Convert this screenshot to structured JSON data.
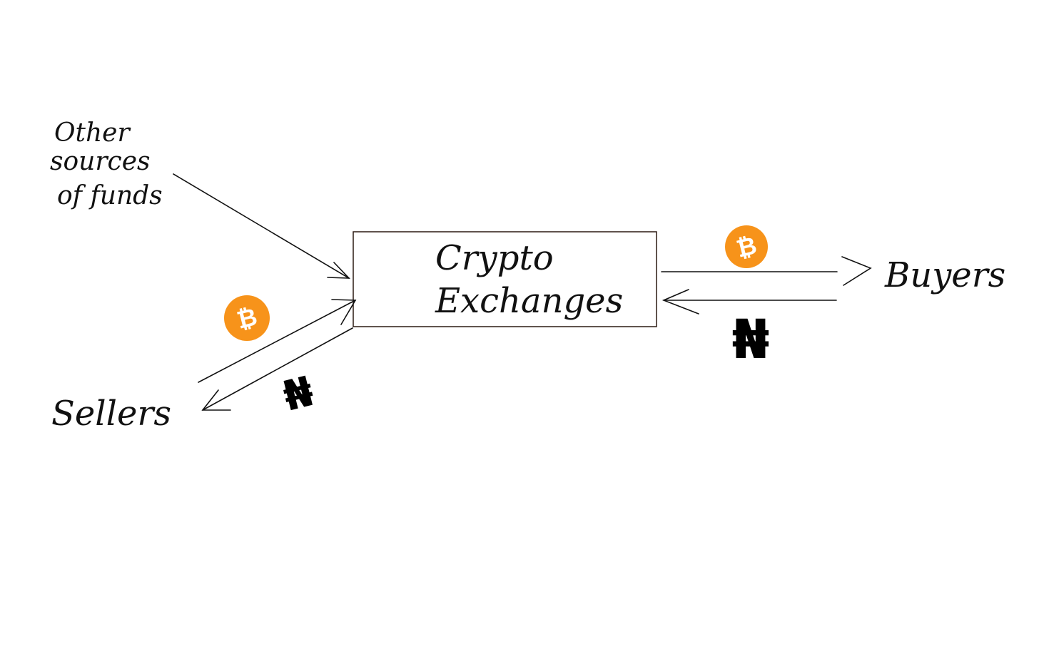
{
  "nodes": {
    "other_sources": {
      "lines": [
        "Other",
        "sources",
        "of funds"
      ]
    },
    "exchange": {
      "lines": [
        "Crypto",
        "Exchanges"
      ]
    },
    "buyers": {
      "label": "Buyers"
    },
    "sellers": {
      "label": "Sellers"
    }
  },
  "symbols": {
    "bitcoin": "₿",
    "naira": "₦"
  },
  "colors": {
    "bitcoin_orange": "#F7931A",
    "ink": "#111111",
    "box_border": "#2b1a12",
    "background": "#ffffff"
  },
  "icons": {
    "bitcoin_icon": "bitcoin-icon",
    "naira_icon": "naira-sign-icon"
  }
}
